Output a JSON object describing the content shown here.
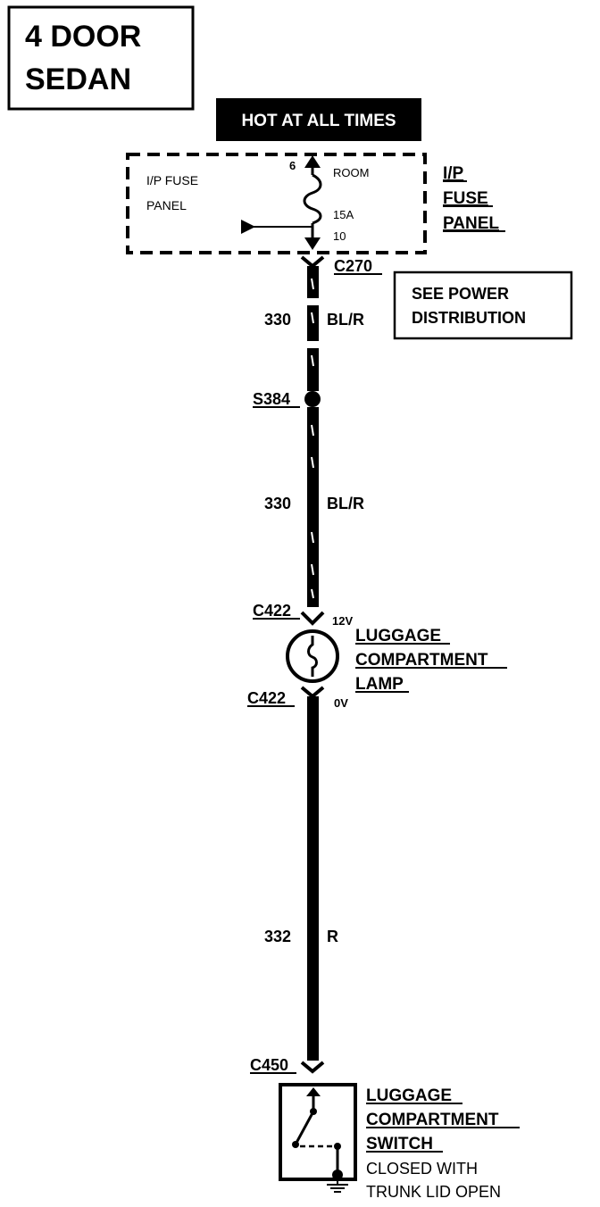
{
  "title": {
    "line1": "4 DOOR",
    "line2": "SEDAN"
  },
  "hot_banner": "HOT AT ALL TIMES",
  "fuse_panel": {
    "inner_label_1": "I/P FUSE",
    "inner_label_2": "PANEL",
    "pin_top": "6",
    "circuit_name": "ROOM",
    "fuse_rating": "15A",
    "pin_bottom": "10",
    "side_label_1": "I/P",
    "side_label_2": "FUSE",
    "side_label_3": "PANEL"
  },
  "connectors": {
    "c270": "C270",
    "s384": "S384",
    "c422_top": "C422",
    "c422_bottom": "C422",
    "c450": "C450"
  },
  "see_note": {
    "line1": "SEE POWER",
    "line2": "DISTRIBUTION"
  },
  "wires": [
    {
      "circuit": "330",
      "color": "BL/R"
    },
    {
      "circuit": "330",
      "color": "BL/R"
    },
    {
      "circuit": "332",
      "color": "R"
    }
  ],
  "lamp": {
    "voltage_in": "12V",
    "voltage_out": "0V",
    "label_1": "LUGGAGE",
    "label_2": "COMPARTMENT",
    "label_3": "LAMP"
  },
  "switch": {
    "label_1": "LUGGAGE",
    "label_2": "COMPARTMENT",
    "label_3": "SWITCH",
    "note_1": "CLOSED WITH",
    "note_2": "TRUNK LID OPEN"
  }
}
